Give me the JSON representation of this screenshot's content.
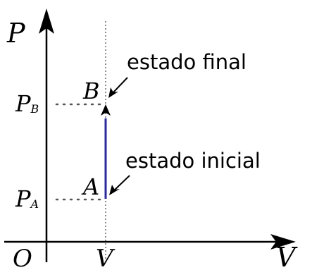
{
  "axes": {
    "y_label": "P",
    "x_label": "V",
    "origin_label": "O",
    "x_tick_label": "V"
  },
  "pressures": {
    "pb": {
      "base": "P",
      "sub": "B"
    },
    "pa": {
      "base": "P",
      "sub": "A"
    }
  },
  "points": {
    "a": "A",
    "b": "B"
  },
  "annotations": {
    "final_state": "estado final",
    "initial_state": "estado inicial"
  },
  "colors": {
    "process_line": "#2a2a9c",
    "axes": "#000000",
    "guides": "#555555"
  }
}
